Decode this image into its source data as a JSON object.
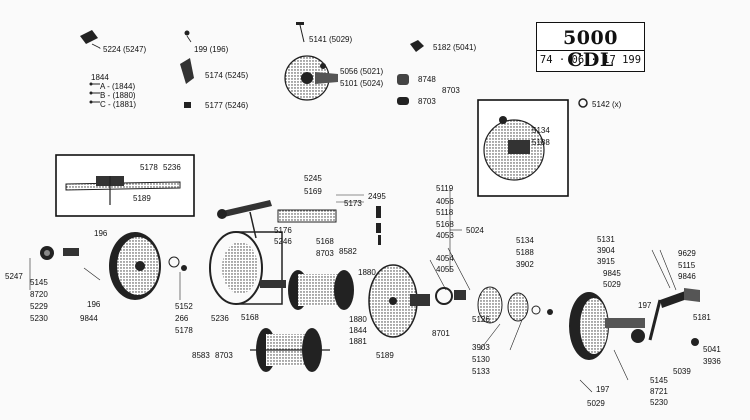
{
  "title": {
    "model": "5000 CDL",
    "code": "74 · 06 · 17 199"
  },
  "parts": [
    {
      "id": "lbl-5224",
      "text": "5224 (5247)"
    },
    {
      "id": "lbl-199",
      "text": "199 (196)"
    },
    {
      "id": "lbl-5141",
      "text": "5141 (5029)"
    },
    {
      "id": "lbl-5182",
      "text": "5182 (5041)"
    },
    {
      "id": "lbl-1844",
      "text": "1844"
    },
    {
      "id": "lbl-a",
      "text": "A - (1844)"
    },
    {
      "id": "lbl-b",
      "text": "B - (1880)"
    },
    {
      "id": "lbl-c",
      "text": "C - (1881)"
    },
    {
      "id": "lbl-5174",
      "text": "5174 (5245)"
    },
    {
      "id": "lbl-5177",
      "text": "5177 (5246)"
    },
    {
      "id": "lbl-5056",
      "text": "5056 (5021)"
    },
    {
      "id": "lbl-5101",
      "text": "5101 (5024)"
    },
    {
      "id": "lbl-8748",
      "text": "8748"
    },
    {
      "id": "lbl-8703a",
      "text": "8703"
    },
    {
      "id": "lbl-8703b",
      "text": "8703"
    },
    {
      "id": "lbl-5142",
      "text": "5142 (x)"
    },
    {
      "id": "lbl-5134a",
      "text": "5134"
    },
    {
      "id": "lbl-5188a",
      "text": "5188"
    },
    {
      "id": "lbl-5178",
      "text": "5178"
    },
    {
      "id": "lbl-5236a",
      "text": "5236"
    },
    {
      "id": "lbl-5189a",
      "text": "5189"
    },
    {
      "id": "lbl-5245",
      "text": "5245"
    },
    {
      "id": "lbl-5169",
      "text": "5169"
    },
    {
      "id": "lbl-5173",
      "text": "5173"
    },
    {
      "id": "lbl-2495",
      "text": "2495"
    },
    {
      "id": "lbl-5119",
      "text": "5119"
    },
    {
      "id": "lbl-4056",
      "text": "4056"
    },
    {
      "id": "lbl-5118",
      "text": "5118"
    },
    {
      "id": "lbl-5168a",
      "text": "5168"
    },
    {
      "id": "lbl-4053",
      "text": "4053"
    },
    {
      "id": "lbl-5024",
      "text": "5024"
    },
    {
      "id": "lbl-4054",
      "text": "4054"
    },
    {
      "id": "lbl-4055",
      "text": "4055"
    },
    {
      "id": "lbl-196a",
      "text": "196"
    },
    {
      "id": "lbl-5176",
      "text": "5176"
    },
    {
      "id": "lbl-5246",
      "text": "5246"
    },
    {
      "id": "lbl-5168b",
      "text": "5168"
    },
    {
      "id": "lbl-8703c",
      "text": "8703"
    },
    {
      "id": "lbl-8582",
      "text": "8582"
    },
    {
      "id": "lbl-1880a",
      "text": "1880"
    },
    {
      "id": "lbl-5134b",
      "text": "5134"
    },
    {
      "id": "lbl-5188b",
      "text": "5188"
    },
    {
      "id": "lbl-3902",
      "text": "3902"
    },
    {
      "id": "lbl-5131",
      "text": "5131"
    },
    {
      "id": "lbl-3904",
      "text": "3904"
    },
    {
      "id": "lbl-3915",
      "text": "3915"
    },
    {
      "id": "lbl-9845",
      "text": "9845"
    },
    {
      "id": "lbl-5029a",
      "text": "5029"
    },
    {
      "id": "lbl-9629",
      "text": "9629"
    },
    {
      "id": "lbl-5115",
      "text": "5115"
    },
    {
      "id": "lbl-9846",
      "text": "9846"
    },
    {
      "id": "lbl-5247",
      "text": "5247"
    },
    {
      "id": "lbl-5145a",
      "text": "5145"
    },
    {
      "id": "lbl-8720",
      "text": "8720"
    },
    {
      "id": "lbl-5229a",
      "text": "5229"
    },
    {
      "id": "lbl-5230a",
      "text": "5230"
    },
    {
      "id": "lbl-196b",
      "text": "196"
    },
    {
      "id": "lbl-9844",
      "text": "9844"
    },
    {
      "id": "lbl-5152",
      "text": "5152"
    },
    {
      "id": "lbl-266",
      "text": "266"
    },
    {
      "id": "lbl-5178b",
      "text": "5178"
    },
    {
      "id": "lbl-5236b",
      "text": "5236"
    },
    {
      "id": "lbl-5168c",
      "text": "5168"
    },
    {
      "id": "lbl-8583",
      "text": "8583"
    },
    {
      "id": "lbl-8703d",
      "text": "8703"
    },
    {
      "id": "lbl-1880b",
      "text": "1880"
    },
    {
      "id": "lbl-1844b",
      "text": "1844"
    },
    {
      "id": "lbl-1881",
      "text": "1881"
    },
    {
      "id": "lbl-5189b",
      "text": "5189"
    },
    {
      "id": "lbl-8701",
      "text": "8701"
    },
    {
      "id": "lbl-5126",
      "text": "5126"
    },
    {
      "id": "lbl-3903",
      "text": "3903"
    },
    {
      "id": "lbl-5130",
      "text": "5130"
    },
    {
      "id": "lbl-5133",
      "text": "5133"
    },
    {
      "id": "lbl-197a",
      "text": "197"
    },
    {
      "id": "lbl-5181",
      "text": "5181"
    },
    {
      "id": "lbl-5041",
      "text": "5041"
    },
    {
      "id": "lbl-3936",
      "text": "3936"
    },
    {
      "id": "lbl-5039",
      "text": "5039"
    },
    {
      "id": "lbl-5145b",
      "text": "5145"
    },
    {
      "id": "lbl-8721",
      "text": "8721"
    },
    {
      "id": "lbl-5230b",
      "text": "5230"
    },
    {
      "id": "lbl-197b",
      "text": "197"
    },
    {
      "id": "lbl-5029b",
      "text": "5029"
    }
  ]
}
